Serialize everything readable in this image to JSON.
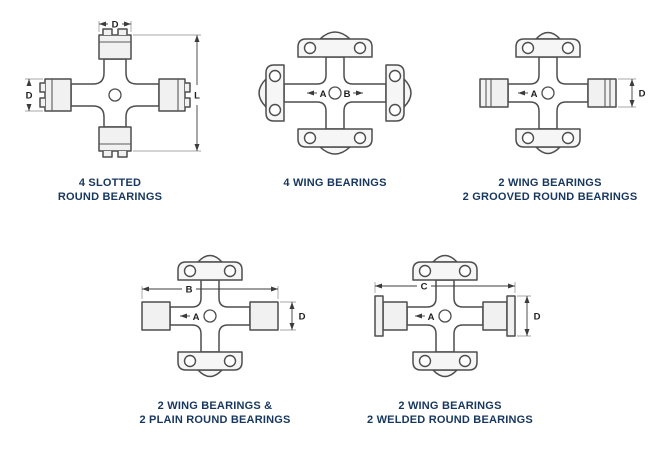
{
  "colors": {
    "caption_text": "#17375e",
    "line": "#4d4d4d"
  },
  "diagrams": [
    {
      "caption": [
        "4 SLOTTED",
        "ROUND BEARINGS"
      ],
      "dims": {
        "top_width": "D",
        "left_diameter": "D",
        "overall_length": "L"
      }
    },
    {
      "caption": [
        "4 WING BEARINGS"
      ],
      "dims": {
        "a": "A",
        "b": "B"
      }
    },
    {
      "caption": [
        "2 WING BEARINGS",
        "2 GROOVED ROUND BEARINGS"
      ],
      "dims": {
        "a": "A",
        "d": "D"
      }
    },
    {
      "caption": [
        "2 WING BEARINGS &",
        "2 PLAIN ROUND BEARINGS"
      ],
      "dims": {
        "a": "A",
        "b": "B",
        "d": "D"
      }
    },
    {
      "caption": [
        "2 WING BEARINGS",
        "2 WELDED ROUND BEARINGS"
      ],
      "dims": {
        "a": "A",
        "c": "C",
        "d": "D"
      }
    }
  ]
}
